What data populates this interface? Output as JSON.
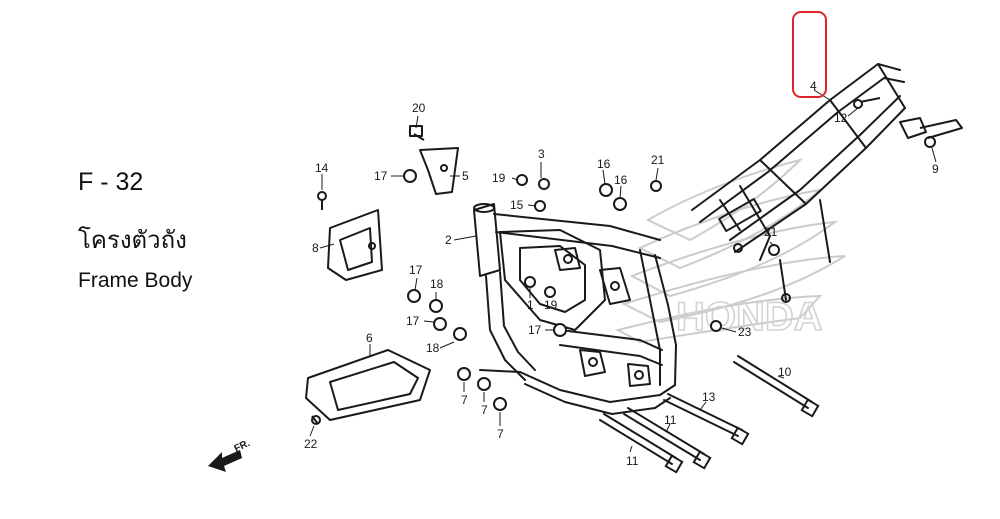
{
  "figure": {
    "code": "F - 32",
    "name_th": "โครงตัวถัง",
    "name_en": "Frame Body"
  },
  "direction_label": "FR.",
  "watermark_text": "HONDA",
  "highlight_color": "#e0242d",
  "callouts": [
    {
      "id": "c4",
      "label": "4"
    },
    {
      "id": "c20",
      "label": "20"
    },
    {
      "id": "c12",
      "label": "12"
    },
    {
      "id": "c9",
      "label": "9"
    },
    {
      "id": "c14",
      "label": "14"
    },
    {
      "id": "c3",
      "label": "3"
    },
    {
      "id": "c17a",
      "label": "17"
    },
    {
      "id": "c5",
      "label": "5"
    },
    {
      "id": "c19a",
      "label": "19"
    },
    {
      "id": "c16a",
      "label": "16"
    },
    {
      "id": "c16b",
      "label": "16"
    },
    {
      "id": "c21a",
      "label": "21"
    },
    {
      "id": "c15",
      "label": "15"
    },
    {
      "id": "c8",
      "label": "8"
    },
    {
      "id": "c2",
      "label": "2"
    },
    {
      "id": "c21b",
      "label": "21"
    },
    {
      "id": "c17b",
      "label": "17"
    },
    {
      "id": "c18a",
      "label": "18"
    },
    {
      "id": "c1",
      "label": "1"
    },
    {
      "id": "c19b",
      "label": "19"
    },
    {
      "id": "c17c",
      "label": "17"
    },
    {
      "id": "c23",
      "label": "23"
    },
    {
      "id": "c17d",
      "label": "17"
    },
    {
      "id": "c6",
      "label": "6"
    },
    {
      "id": "c18b",
      "label": "18"
    },
    {
      "id": "c10",
      "label": "10"
    },
    {
      "id": "c7a",
      "label": "7"
    },
    {
      "id": "c7b",
      "label": "7"
    },
    {
      "id": "c13",
      "label": "13"
    },
    {
      "id": "c7c",
      "label": "7"
    },
    {
      "id": "c11a",
      "label": "11"
    },
    {
      "id": "c22",
      "label": "22"
    },
    {
      "id": "c11b",
      "label": "11"
    }
  ]
}
